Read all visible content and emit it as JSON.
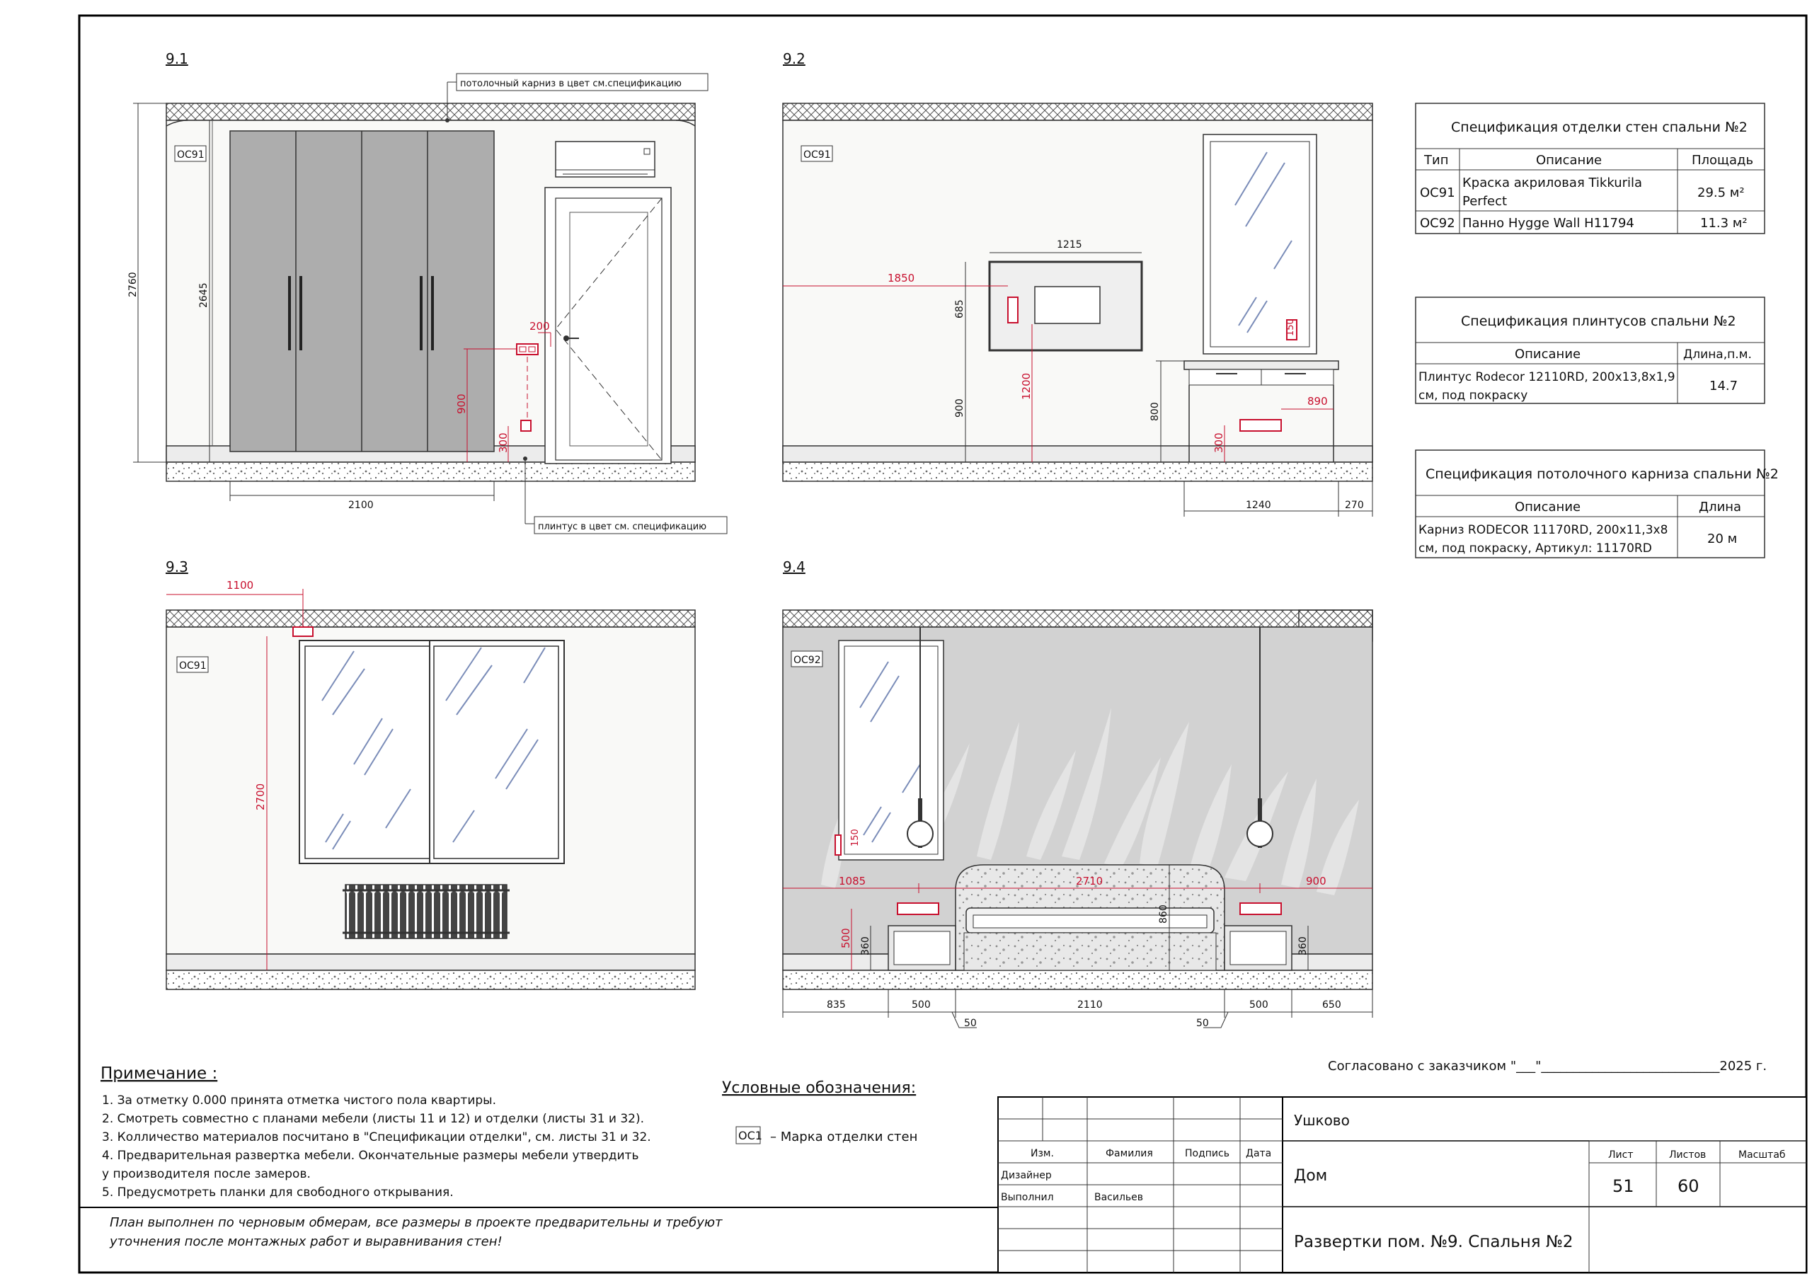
{
  "views": {
    "v91": {
      "label": "9.1",
      "mark": "ОС91",
      "dims": {
        "height": "2760",
        "h2": "2645",
        "width": "2100",
        "d200": "200",
        "d900": "900",
        "d300": "300"
      }
    },
    "v92": {
      "label": "9.2",
      "mark": "ОС91",
      "dims": {
        "tv_w": "1215",
        "d1850": "1850",
        "d685": "685",
        "d900": "900",
        "d1200": "1200",
        "d800": "800",
        "d890": "890",
        "d300": "300",
        "d150": "150",
        "d1240": "1240",
        "d270": "270"
      }
    },
    "v93": {
      "label": "9.3",
      "mark": "ОС91",
      "dims": {
        "d1100": "1100",
        "d2700": "2700"
      }
    },
    "v94": {
      "label": "9.4",
      "mark": "ОС92",
      "dims": {
        "d1085": "1085",
        "d2710": "2710",
        "d900": "900",
        "d150": "150",
        "d500": "500",
        "d360a": "360",
        "d360b": "360",
        "d860": "860",
        "b835": "835",
        "b500a": "500",
        "b2110": "2110",
        "b500b": "500",
        "b650": "650",
        "b50a": "50",
        "b50b": "50"
      }
    }
  },
  "callouts": {
    "cornice": "потолочный карниз в цвет см.спецификацию",
    "plinth": "плинтус в цвет см. спецификацию"
  },
  "spec_walls": {
    "title": "Спецификация отделки стен спальни №2",
    "headers": [
      "Тип",
      "Описание",
      "Площадь"
    ],
    "rows": [
      {
        "type": "ОС91",
        "desc1": "Краска акриловая Tikkurila",
        "desc2": "Perfect",
        "area": "29.5 м²"
      },
      {
        "type": "ОС92",
        "desc1": "Панно Hygge Wall H11794",
        "desc2": "",
        "area": "11.3 м²"
      }
    ]
  },
  "spec_plinth": {
    "title": "Спецификация плинтусов спальни №2",
    "headers": [
      "Описание",
      "Длина,п.м."
    ],
    "row": {
      "desc1": "Плинтус Rodecor 12110RD, 200х13,8х1,9",
      "desc2": "см, под покраску",
      "len": "14.7"
    }
  },
  "spec_cornice": {
    "title": "Спецификация потолочного карниза спальни №2",
    "headers": [
      "Описание",
      "Длина"
    ],
    "row": {
      "desc1": "Карниз RODECOR 11170RD, 200х11,3х8",
      "desc2": "см, под покраску, Артикул: 11170RD",
      "len": "20 м"
    }
  },
  "notes": {
    "title": "Примечание :",
    "items": [
      "1. За отметку 0.000 принята отметка чистого пола квартиры.",
      "2. Смотреть совместно с планами мебели (листы 11 и 12) и отделки (листы 31 и 32).",
      "3. Колличество материалов посчитано в \"Спецификации отделки\", см. листы 31 и 32.",
      "4. Предварительная развертка мебели. Окончательные размеры мебели утвердить",
      "у производителя после замеров.",
      "5. Предусмотреть планки для свободного открывания."
    ]
  },
  "legend": {
    "title": "Условные обозначения:",
    "mark": "ОС1",
    "text": "– Марка отделки стен"
  },
  "agreement": "Согласовано с заказчиком \"___\"____________________________2025 г.",
  "disclaimer": {
    "l1": "План выполнен по черновым обмерам, все размеры в проекте предварительны и требуют",
    "l2": "уточнения после монтажных работ и выравнивания стен!"
  },
  "stamp": {
    "location": "Ушково",
    "headers": {
      "izm": "Изм.",
      "fam": "Фамилия",
      "podp": "Подпись",
      "date": "Дата"
    },
    "roles": {
      "designer": "Дизайнер",
      "executor": "Выполнил",
      "executor_name": "Васильев"
    },
    "project": "Дом",
    "sheet_label": "Лист",
    "sheets_label": "Листов",
    "scale_label": "Масштаб",
    "sheet": "51",
    "sheets": "60",
    "title": "Развертки пом. №9. Спальня №2"
  }
}
